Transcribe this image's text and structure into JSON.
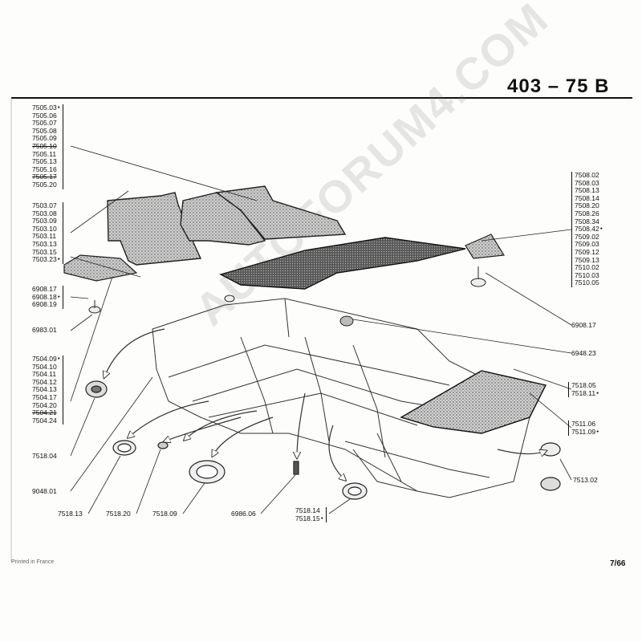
{
  "header": {
    "title": "403  –  75 B"
  },
  "groups": {
    "g1": [
      {
        "text": "7505.03",
        "mark": "dot"
      },
      {
        "text": "7505.06"
      },
      {
        "text": "7505.07"
      },
      {
        "text": "7505.08"
      },
      {
        "text": "7505.09"
      },
      {
        "text": "7505.10",
        "mark": "strike"
      },
      {
        "text": "7505.11"
      },
      {
        "text": "7505.13"
      },
      {
        "text": "7505.16"
      },
      {
        "text": "7505.17",
        "mark": "strike"
      },
      {
        "text": "7505.20"
      }
    ],
    "g2": [
      {
        "text": "7503.07"
      },
      {
        "text": "7503.08"
      },
      {
        "text": "7503.09"
      },
      {
        "text": "7503.10"
      },
      {
        "text": "7503.11"
      },
      {
        "text": "7503.13"
      },
      {
        "text": "7503.15"
      },
      {
        "text": "7503.23",
        "mark": "dot"
      }
    ],
    "g3": [
      {
        "text": "6908.17"
      },
      {
        "text": "6908.18",
        "mark": "dot"
      },
      {
        "text": "6908.19"
      }
    ],
    "g4": [
      {
        "text": "7504.09",
        "mark": "dot"
      },
      {
        "text": "7504.10"
      },
      {
        "text": "7504.11"
      },
      {
        "text": "7504.12"
      },
      {
        "text": "7504.13"
      },
      {
        "text": "7504.17"
      },
      {
        "text": "7504.20"
      },
      {
        "text": "7504.21",
        "mark": "strike"
      },
      {
        "text": "7504.24"
      }
    ],
    "g5": [
      {
        "text": "7508.02"
      },
      {
        "text": "7508.03"
      },
      {
        "text": "7508.13"
      },
      {
        "text": "7508.14"
      },
      {
        "text": "7508.20"
      },
      {
        "text": "7508.26"
      },
      {
        "text": "7508.34"
      },
      {
        "text": "7508.42",
        "mark": "dot"
      },
      {
        "text": "7509.02"
      },
      {
        "text": "7509.03"
      },
      {
        "text": "7509.12"
      },
      {
        "text": "7509.13"
      },
      {
        "text": "7510.02"
      },
      {
        "text": "7510.03"
      },
      {
        "text": "7510.05"
      }
    ],
    "g6": [
      {
        "text": "7518.05"
      },
      {
        "text": "7518.11",
        "mark": "dot"
      }
    ],
    "g7": [
      {
        "text": "7511.06"
      },
      {
        "text": "7511.09",
        "mark": "dot"
      }
    ],
    "g8": [
      {
        "text": "7518.14"
      },
      {
        "text": "7518.15",
        "mark": "dot"
      }
    ]
  },
  "singles": {
    "s_6983_01": "6983.01",
    "s_7518_04": "7518.04",
    "s_9048_01": "9048.01",
    "s_7518_13": "7518.13",
    "s_7518_20": "7518.20",
    "s_7518_09": "7518.09",
    "s_6986_06": "6986.06",
    "s_6908_17r": "6908.17",
    "s_6948_23": "6948.23",
    "s_7513_02": "7513.02"
  },
  "footer": {
    "printed": "Printed in France",
    "page": "7/66"
  },
  "watermark": "AUTOFORUM4.COM"
}
